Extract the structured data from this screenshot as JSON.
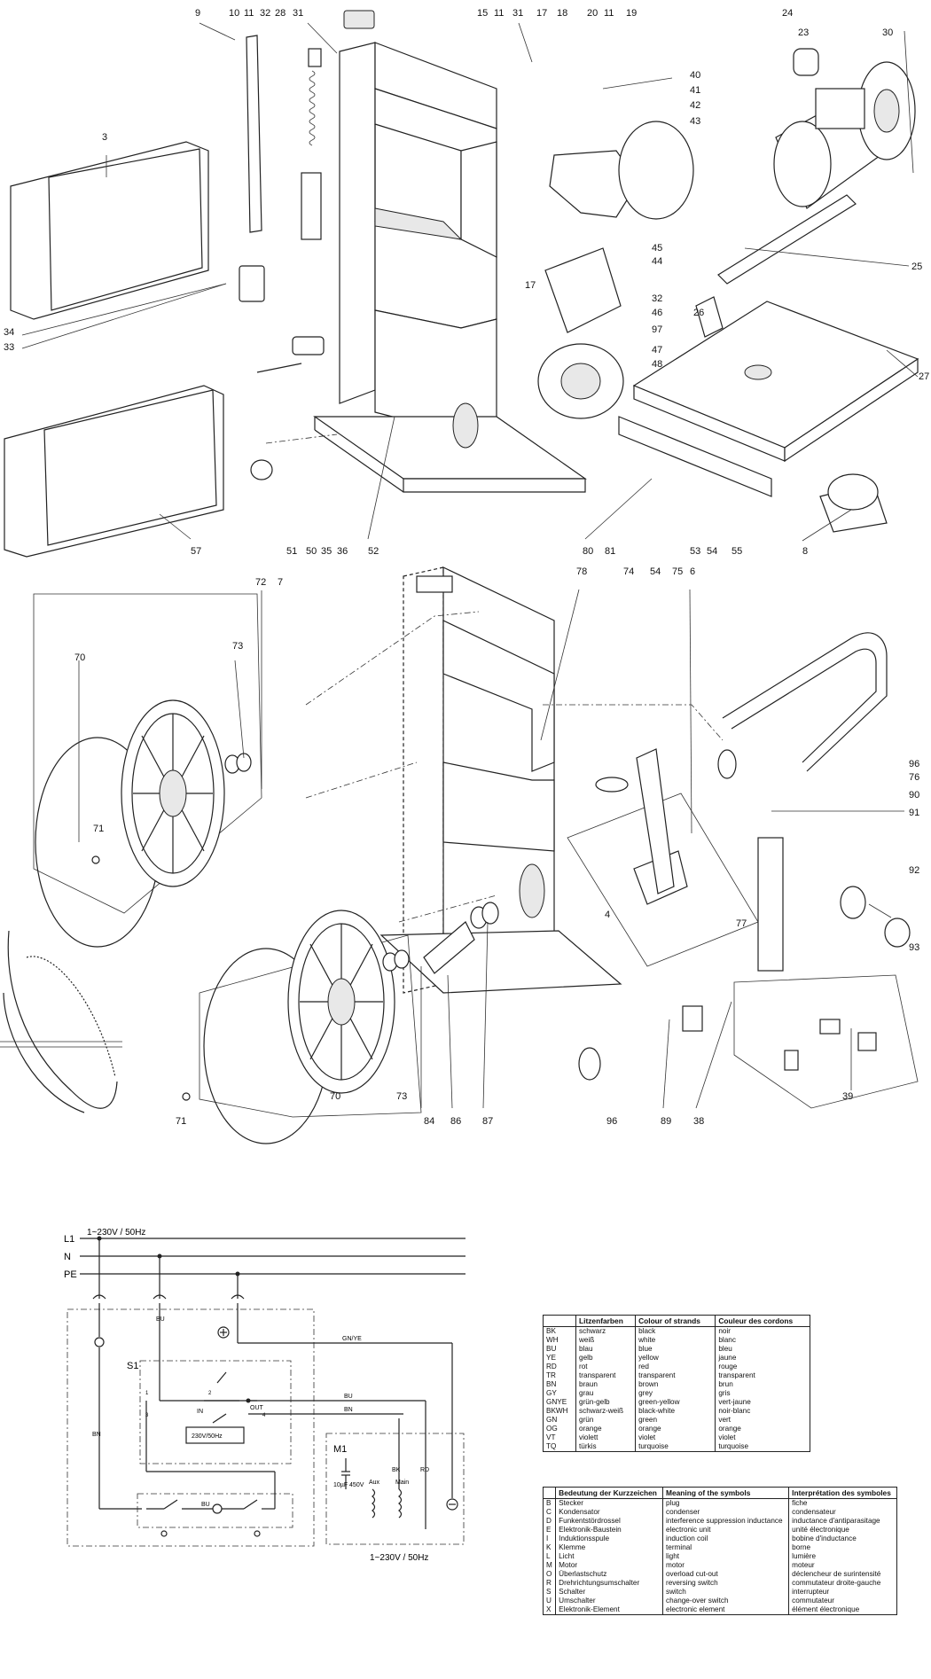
{
  "parts": {
    "top": [
      {
        "n": "9"
      },
      {
        "n": "10"
      },
      {
        "n": "11"
      },
      {
        "n": "32"
      },
      {
        "n": "28"
      },
      {
        "n": "31"
      },
      {
        "n": "15"
      },
      {
        "n": "11"
      },
      {
        "n": "31"
      },
      {
        "n": "17"
      },
      {
        "n": "18"
      },
      {
        "n": "20"
      },
      {
        "n": "11"
      },
      {
        "n": "19"
      },
      {
        "n": "24"
      },
      {
        "n": "23"
      },
      {
        "n": "30"
      },
      {
        "n": "3"
      },
      {
        "n": "40"
      },
      {
        "n": "41"
      },
      {
        "n": "42"
      },
      {
        "n": "43"
      },
      {
        "n": "45"
      },
      {
        "n": "44"
      },
      {
        "n": "25"
      },
      {
        "n": "17"
      },
      {
        "n": "32"
      },
      {
        "n": "46"
      },
      {
        "n": "26"
      },
      {
        "n": "97"
      },
      {
        "n": "47"
      },
      {
        "n": "48"
      },
      {
        "n": "27"
      },
      {
        "n": "34"
      },
      {
        "n": "33"
      },
      {
        "n": "57"
      },
      {
        "n": "51"
      },
      {
        "n": "50"
      },
      {
        "n": "35"
      },
      {
        "n": "36"
      },
      {
        "n": "52"
      },
      {
        "n": "80"
      },
      {
        "n": "81"
      },
      {
        "n": "53"
      },
      {
        "n": "54"
      },
      {
        "n": "55"
      },
      {
        "n": "8"
      }
    ],
    "middle": [
      {
        "n": "72"
      },
      {
        "n": "7"
      },
      {
        "n": "70"
      },
      {
        "n": "73"
      },
      {
        "n": "71"
      },
      {
        "n": "78"
      },
      {
        "n": "74"
      },
      {
        "n": "54"
      },
      {
        "n": "75"
      },
      {
        "n": "6"
      },
      {
        "n": "96"
      },
      {
        "n": "76"
      },
      {
        "n": "90"
      },
      {
        "n": "91"
      },
      {
        "n": "92"
      },
      {
        "n": "4"
      },
      {
        "n": "77"
      },
      {
        "n": "93"
      },
      {
        "n": "39"
      },
      {
        "n": "70"
      },
      {
        "n": "73"
      },
      {
        "n": "71"
      },
      {
        "n": "84"
      },
      {
        "n": "86"
      },
      {
        "n": "87"
      },
      {
        "n": "96"
      },
      {
        "n": "89"
      },
      {
        "n": "38"
      }
    ]
  },
  "wiring": {
    "supply": "1~230V / 50Hz",
    "lines": [
      "L1",
      "N",
      "PE"
    ],
    "s1": "S1",
    "m1": "M1",
    "motor_supply": "1~230V / 50Hz",
    "capacitor": "10µF 450V",
    "coil": "230V/50Hz",
    "wire_labels": {
      "bn": "BN",
      "bu": "BU",
      "gnye": "GN/YE",
      "bk": "BK",
      "rd": "RD",
      "in": "IN",
      "out": "OUT",
      "aux": "Aux",
      "main": "Main"
    },
    "terminals": [
      "1",
      "2",
      "3",
      "4"
    ]
  },
  "colour_table": {
    "headers": [
      "",
      "Litzenfarben",
      "Colour of strands",
      "Couleur des cordons"
    ],
    "rows": [
      [
        "BK",
        "schwarz",
        "black",
        "noir"
      ],
      [
        "WH",
        "weiß",
        "white",
        "blanc"
      ],
      [
        "BU",
        "blau",
        "blue",
        "bleu"
      ],
      [
        "YE",
        "gelb",
        "yellow",
        "jaune"
      ],
      [
        "RD",
        "rot",
        "red",
        "rouge"
      ],
      [
        "TR",
        "transparent",
        "transparent",
        "transparent"
      ],
      [
        "BN",
        "braun",
        "brown",
        "brun"
      ],
      [
        "GY",
        "grau",
        "grey",
        "gris"
      ],
      [
        "GNYE",
        "grün-gelb",
        "green-yellow",
        "vert-jaune"
      ],
      [
        "BKWH",
        "schwarz-weiß",
        "black-white",
        "noir-blanc"
      ],
      [
        "GN",
        "grün",
        "green",
        "vert"
      ],
      [
        "OG",
        "orange",
        "orange",
        "orange"
      ],
      [
        "VT",
        "violett",
        "violet",
        "violet"
      ],
      [
        "TQ",
        "türkis",
        "turquoise",
        "turquoise"
      ]
    ]
  },
  "symbol_table": {
    "headers": [
      "",
      "Bedeutung der Kurzzeichen",
      "Meaning of the symbols",
      "Interprétation des symboles"
    ],
    "rows": [
      [
        "B",
        "Stecker",
        "plug",
        "fiche"
      ],
      [
        "C",
        "Kondensator",
        "condenser",
        "condensateur"
      ],
      [
        "D",
        "Funkentstördrossel",
        "interference suppression inductance",
        "inductance d'antiparasitage"
      ],
      [
        "E",
        "Elektronik-Baustein",
        "electronic unit",
        "unité électronique"
      ],
      [
        "I",
        "Induktionsspule",
        "induction coil",
        "bobine d'inductance"
      ],
      [
        "K",
        "Klemme",
        "terminal",
        "borne"
      ],
      [
        "L",
        "Licht",
        "light",
        "lumière"
      ],
      [
        "M",
        "Motor",
        "motor",
        "moteur"
      ],
      [
        "O",
        "Überlastschutz",
        "overload cut-out",
        "déclencheur de surintensité"
      ],
      [
        "R",
        "Drehrichtungsumschalter",
        "reversing switch",
        "commutateur droite-gauche"
      ],
      [
        "S",
        "Schalter",
        "switch",
        "interrupteur"
      ],
      [
        "U",
        "Umschalter",
        "change-over switch",
        "commutateur"
      ],
      [
        "X",
        "Elektronik-Element",
        "electronic element",
        "élément électronique"
      ]
    ]
  }
}
